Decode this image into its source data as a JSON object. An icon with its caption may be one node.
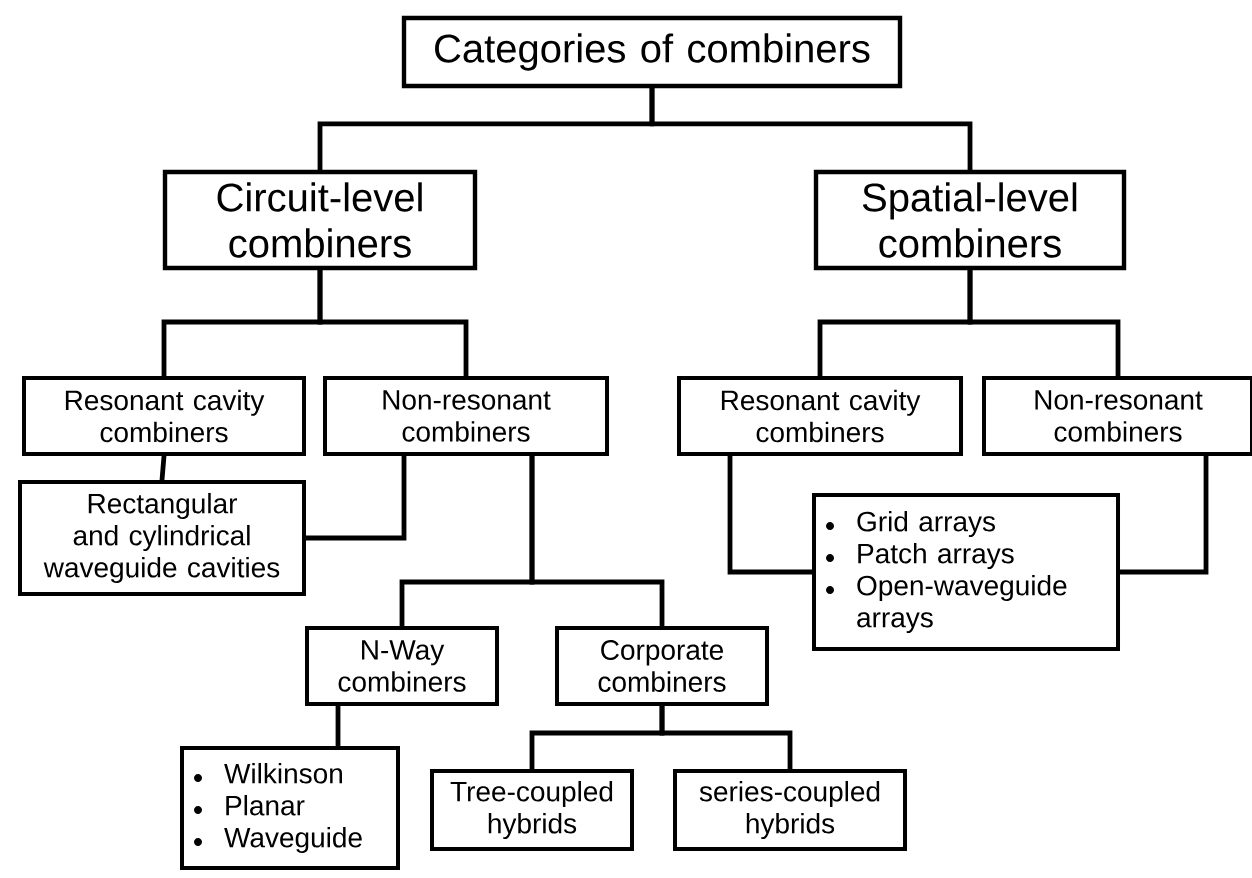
{
  "diagram": {
    "nodes": [
      {
        "text": [
          "Categories of combiners"
        ]
      },
      {
        "text": [
          "Circuit-level combiners"
        ]
      },
      {
        "text": [
          "Spatial-level combiners"
        ]
      },
      {
        "text": [
          "Resonant cavity combiners"
        ]
      },
      {
        "text": [
          "Non-resonant combiners"
        ]
      },
      {
        "text": [
          "Resonant cavity combiners"
        ]
      },
      {
        "text": [
          "Non-resonant combiners"
        ]
      },
      {
        "text": [
          "Rectangular and cylindrical waveguide cavities"
        ]
      },
      {
        "text": [
          "N-Way combiners"
        ]
      },
      {
        "text": [
          "Corporate combiners"
        ]
      },
      {
        "text": [
          "Grid arrays",
          "Patch arrays",
          "Open-waveguide arrays"
        ]
      },
      {
        "text": [
          "Wilkinson",
          "Planar",
          "Waveguide"
        ]
      },
      {
        "text": [
          "Tree-coupled hybrids"
        ]
      },
      {
        "text": [
          "series-coupled hybrids"
        ]
      }
    ],
    "edges": [
      {
        "from": 0,
        "to": 1,
        "arrow": "none"
      },
      {
        "from": 0,
        "to": 2,
        "arrow": "none"
      },
      {
        "from": 1,
        "to": 3,
        "arrow": "none"
      },
      {
        "from": 1,
        "to": 4,
        "arrow": "none"
      },
      {
        "from": 2,
        "to": 5,
        "arrow": "none"
      },
      {
        "from": 2,
        "to": 6,
        "arrow": "none"
      },
      {
        "from": 3,
        "to": 7,
        "arrow": "none"
      },
      {
        "from": 4,
        "to": 7,
        "arrow": "none"
      },
      {
        "from": 4,
        "to": 8,
        "arrow": "none"
      },
      {
        "from": 4,
        "to": 9,
        "arrow": "none"
      },
      {
        "from": 5,
        "to": 10,
        "arrow": "none"
      },
      {
        "from": 6,
        "to": 10,
        "arrow": "none"
      },
      {
        "from": 8,
        "to": 11,
        "arrow": "none"
      },
      {
        "from": 9,
        "to": 12,
        "arrow": "none"
      },
      {
        "from": 9,
        "to": 13,
        "arrow": "none"
      }
    ]
  }
}
